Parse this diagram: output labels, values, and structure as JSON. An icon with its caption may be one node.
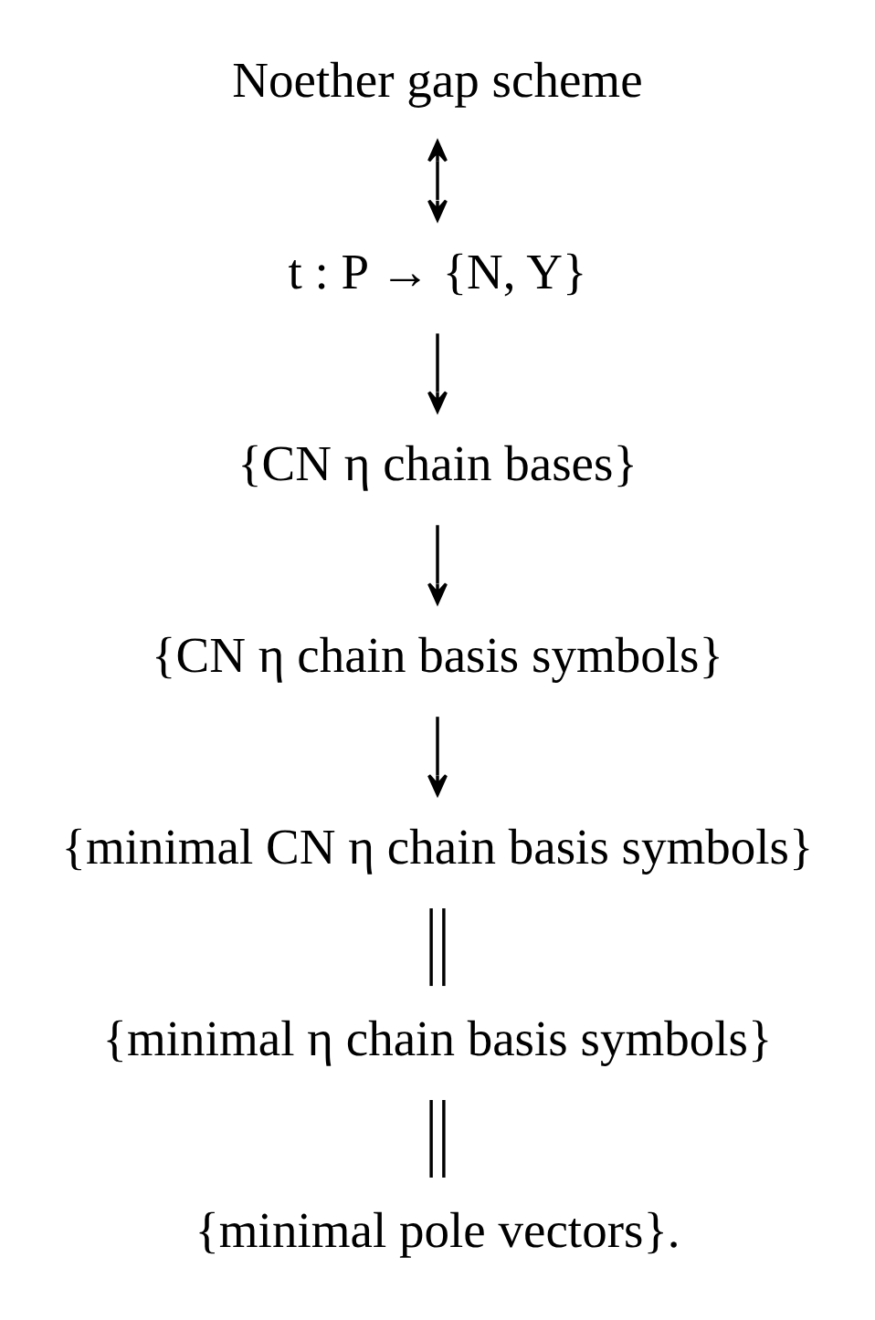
{
  "diagram": {
    "nodes": [
      {
        "text": [
          "Noether gap scheme"
        ]
      },
      {
        "text": [
          "t : P → {N, Y}"
        ]
      },
      {
        "text": [
          "{CN η chain bases}"
        ]
      },
      {
        "text": [
          "{CN η chain basis symbols}"
        ]
      },
      {
        "text": [
          "{minimal CN η chain basis symbols}"
        ]
      },
      {
        "text": [
          "{minimal η chain basis symbols}"
        ]
      },
      {
        "text": [
          "{minimal pole vectors}."
        ]
      }
    ],
    "edges": [
      {
        "from": 0,
        "to": 1,
        "arrow": "both"
      },
      {
        "from": 1,
        "to": 2,
        "arrow": "to"
      },
      {
        "from": 2,
        "to": 3,
        "arrow": "to"
      },
      {
        "from": 3,
        "to": 4,
        "arrow": "to"
      },
      {
        "from": 4,
        "to": 5,
        "arrow": "none"
      },
      {
        "from": 5,
        "to": 6,
        "arrow": "none"
      }
    ]
  }
}
